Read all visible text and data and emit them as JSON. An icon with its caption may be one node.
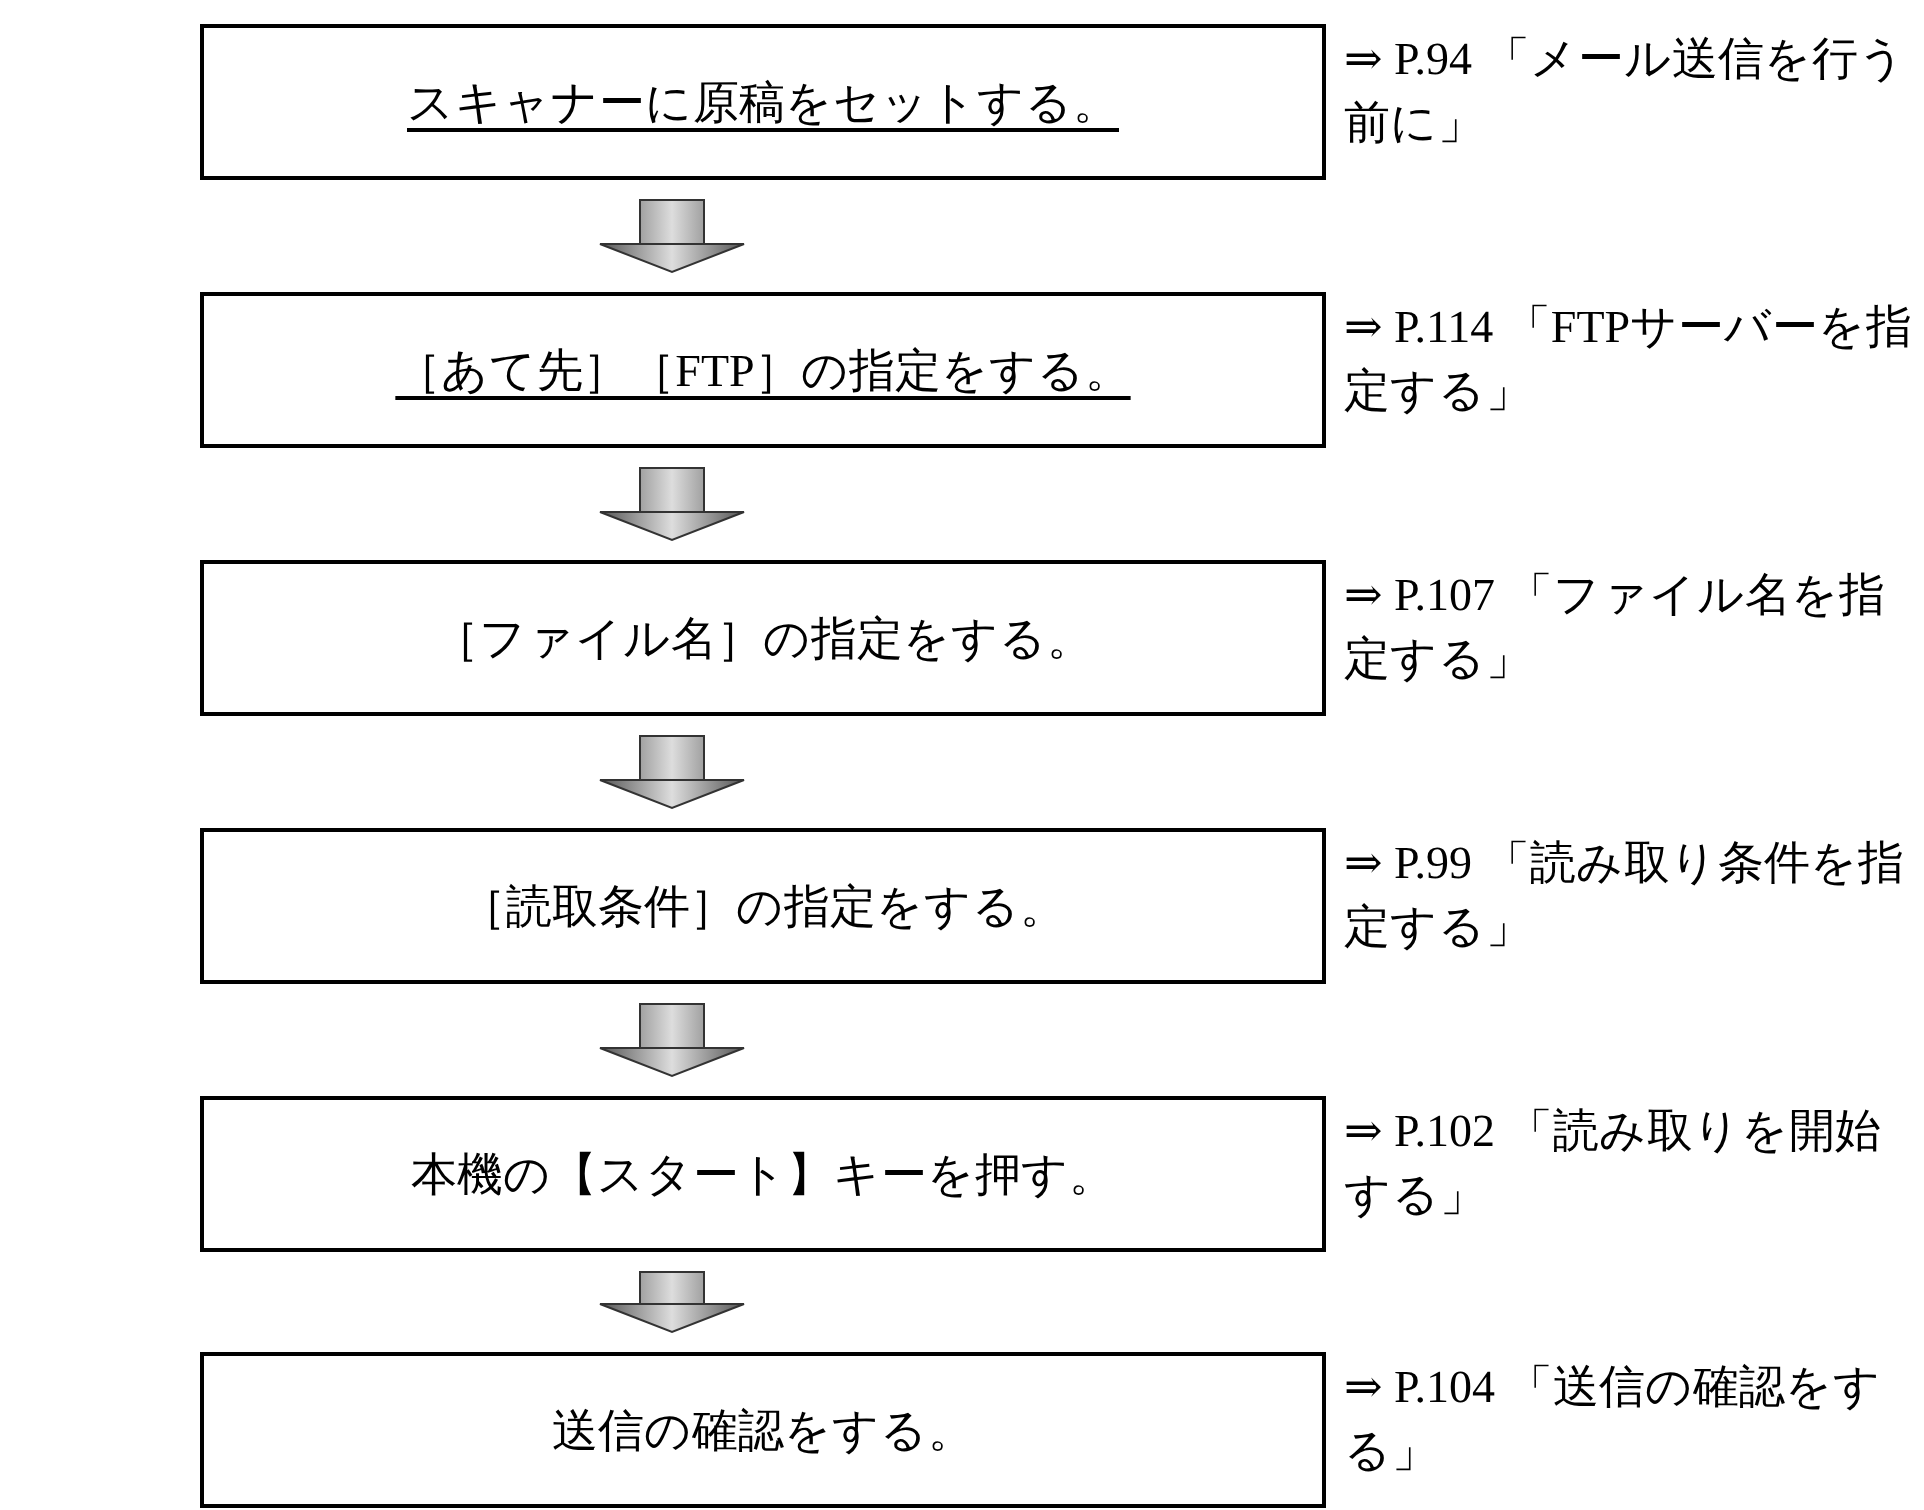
{
  "diagram": {
    "nodes": [
      {
        "text": [
          "スキャナーに原稿をセットする。"
        ],
        "beside": [
          "⇒ P.94 「メール送信を行う前に」"
        ]
      },
      {
        "text": [
          "［あて先］［FTP］の指定をする。"
        ],
        "beside": [
          "⇒ P.114 「FTPサーバーを指定する」"
        ]
      },
      {
        "text": [
          "［ファイル名］の指定をする。"
        ],
        "beside": [
          "⇒ P.107 「ファイル名を指定する」"
        ]
      },
      {
        "text": [
          "［読取条件］の指定をする。"
        ],
        "beside": [
          "⇒ P.99 「読み取り条件を指定する」"
        ]
      },
      {
        "text": [
          "本機の【スタート】キーを押す。"
        ],
        "beside": [
          "⇒ P.102 「読み取りを開始する」"
        ]
      },
      {
        "text": [
          "送信の確認をする。"
        ],
        "beside": [
          "⇒ P.104 「送信の確認をする」"
        ]
      }
    ],
    "edges": [
      {
        "from": 0,
        "to": 1,
        "arrow": "to"
      },
      {
        "from": 1,
        "to": 2,
        "arrow": "to"
      },
      {
        "from": 2,
        "to": 3,
        "arrow": "to"
      },
      {
        "from": 3,
        "to": 4,
        "arrow": "to"
      },
      {
        "from": 4,
        "to": 5,
        "arrow": "to"
      }
    ]
  }
}
